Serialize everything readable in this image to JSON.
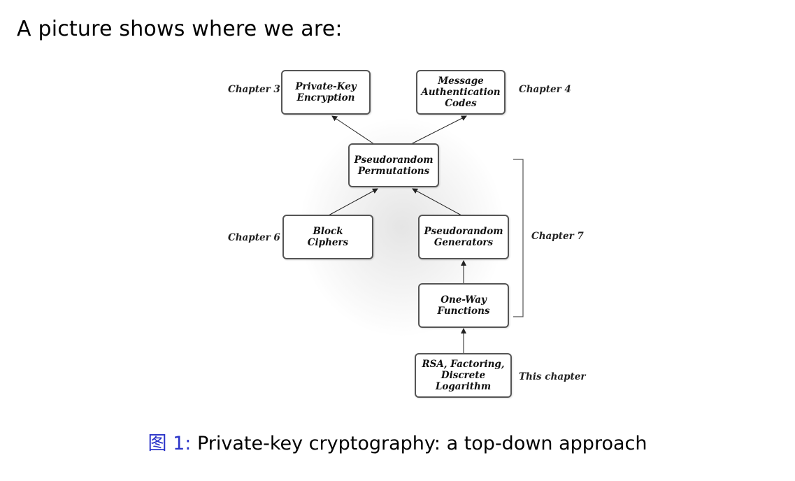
{
  "intro_text": "A picture shows where we are:",
  "nodes": {
    "private_key_encryption": "Private-Key\nEncryption",
    "message_authentication_codes": "Message\nAuthentication\nCodes",
    "pseudorandom_permutations": "Pseudorandom\nPermutations",
    "block_ciphers": "Block\nCiphers",
    "pseudorandom_generators": "Pseudorandom\nGenerators",
    "one_way_functions": "One-Way\nFunctions",
    "rsa_factoring": "RSA, Factoring,\nDiscrete Logarithm"
  },
  "labels": {
    "chapter3": "Chapter 3",
    "chapter4": "Chapter 4",
    "chapter6": "Chapter 6",
    "chapter7": "Chapter 7",
    "this_chapter": "This chapter"
  },
  "caption": {
    "prefix": "图 1:",
    "text": "Private-key cryptography: a top-down approach"
  },
  "colors": {
    "caption_prefix": "#2b34c9",
    "box_border": "#555555"
  }
}
